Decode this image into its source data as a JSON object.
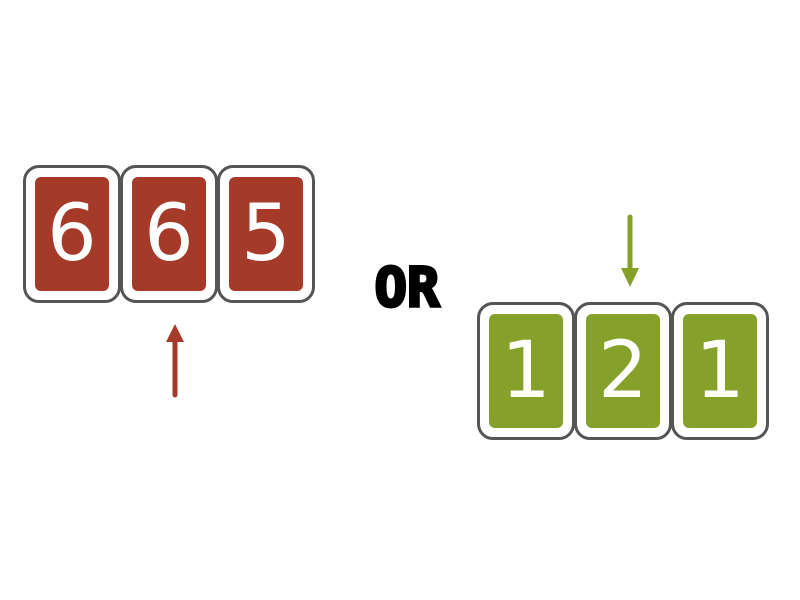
{
  "colors": {
    "red_card": "#a63a28",
    "green_card": "#86a12a",
    "card_border": "#555555",
    "or_text": "#000000"
  },
  "left_group": {
    "digits": [
      "6",
      "6",
      "5"
    ],
    "arrow_direction": "up",
    "arrow_points_to_digit": 2
  },
  "connector": {
    "label": "OR"
  },
  "right_group": {
    "digits": [
      "1",
      "2",
      "1"
    ],
    "arrow_direction": "down",
    "arrow_points_to_digit": 2
  }
}
